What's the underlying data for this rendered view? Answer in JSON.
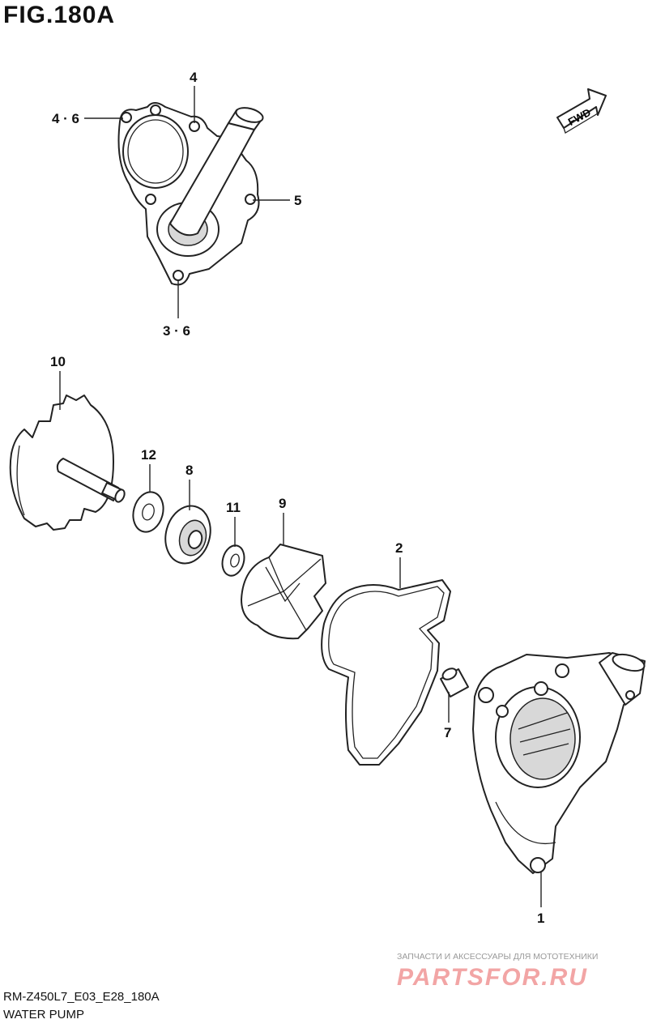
{
  "figure": {
    "title": "FIG.180A"
  },
  "fwd_arrow": {
    "label": "FWD"
  },
  "callouts": {
    "c4": "4",
    "c4_6": "4 · 6",
    "c5": "5",
    "c3_6": "3 · 6",
    "c10": "10",
    "c12": "12",
    "c8": "8",
    "c11": "11",
    "c9": "9",
    "c2": "2",
    "c7": "7",
    "c1": "1"
  },
  "watermark": {
    "tagline": "ЗАПЧАСТИ И АКСЕССУАРЫ ДЛЯ МОТОТЕХНИКИ",
    "logo": "PARTSFOR.RU"
  },
  "footer": {
    "code": "RM-Z450L7_E03_E28_180A",
    "name": "WATER PUMP"
  }
}
